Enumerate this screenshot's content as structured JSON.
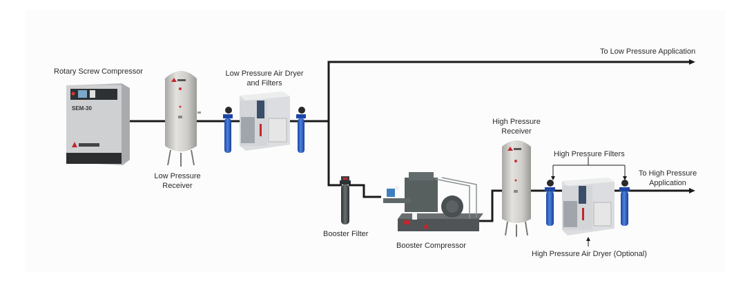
{
  "diagram": {
    "title": "Compressed Air System Flow",
    "labels": {
      "rotary_screw_compressor": "Rotary Screw Compressor",
      "low_pressure_receiver_line1": "Low Pressure",
      "low_pressure_receiver_line2": "Receiver",
      "low_pressure_dryer_line1": "Low Pressure Air Dryer",
      "low_pressure_dryer_line2": "and Filters",
      "to_low_pressure_application": "To Low Pressure Application",
      "booster_filter": "Booster Filter",
      "booster_compressor": "Booster Compressor",
      "high_pressure_receiver_line1": "High Pressure",
      "high_pressure_receiver_line2": "Receiver",
      "high_pressure_filters": "High Pressure Filters",
      "to_high_pressure_application_line1": "To High Pressure",
      "to_high_pressure_application_line2": "Application",
      "high_pressure_air_dryer": "High Pressure Air Dryer (Optional)"
    },
    "equipment_marks": {
      "compressor_model": "SEM-30"
    },
    "colors": {
      "pipe": "#1a1a1a",
      "filter_blue": "#2a5cc0",
      "equipment_grey": "#c9cbcd",
      "tank_grey": "#cfcdc9",
      "brand_red": "#c0282d",
      "booster_dark": "#4a5052"
    },
    "nodes": [
      {
        "id": "rotary-screw-compressor",
        "label_key": "rotary_screw_compressor"
      },
      {
        "id": "low-pressure-receiver",
        "label_key": "low_pressure_receiver"
      },
      {
        "id": "low-pressure-filter-1",
        "label_key": null
      },
      {
        "id": "low-pressure-air-dryer",
        "label_key": "low_pressure_dryer"
      },
      {
        "id": "low-pressure-filter-2",
        "label_key": null
      },
      {
        "id": "booster-filter",
        "label_key": "booster_filter"
      },
      {
        "id": "booster-compressor",
        "label_key": "booster_compressor"
      },
      {
        "id": "high-pressure-receiver",
        "label_key": "high_pressure_receiver"
      },
      {
        "id": "high-pressure-filter-1",
        "label_key": "high_pressure_filters"
      },
      {
        "id": "high-pressure-air-dryer",
        "label_key": "high_pressure_air_dryer"
      },
      {
        "id": "high-pressure-filter-2",
        "label_key": "high_pressure_filters"
      }
    ],
    "edges": [
      [
        "rotary-screw-compressor",
        "low-pressure-receiver"
      ],
      [
        "low-pressure-receiver",
        "low-pressure-filter-1"
      ],
      [
        "low-pressure-filter-1",
        "low-pressure-air-dryer"
      ],
      [
        "low-pressure-air-dryer",
        "low-pressure-filter-2"
      ],
      [
        "low-pressure-filter-2",
        "to-low-pressure-application"
      ],
      [
        "low-pressure-filter-2",
        "booster-filter"
      ],
      [
        "booster-filter",
        "booster-compressor"
      ],
      [
        "booster-compressor",
        "high-pressure-receiver"
      ],
      [
        "high-pressure-receiver",
        "high-pressure-filter-1"
      ],
      [
        "high-pressure-filter-1",
        "high-pressure-air-dryer"
      ],
      [
        "high-pressure-air-dryer",
        "high-pressure-filter-2"
      ],
      [
        "high-pressure-filter-2",
        "to-high-pressure-application"
      ]
    ]
  }
}
